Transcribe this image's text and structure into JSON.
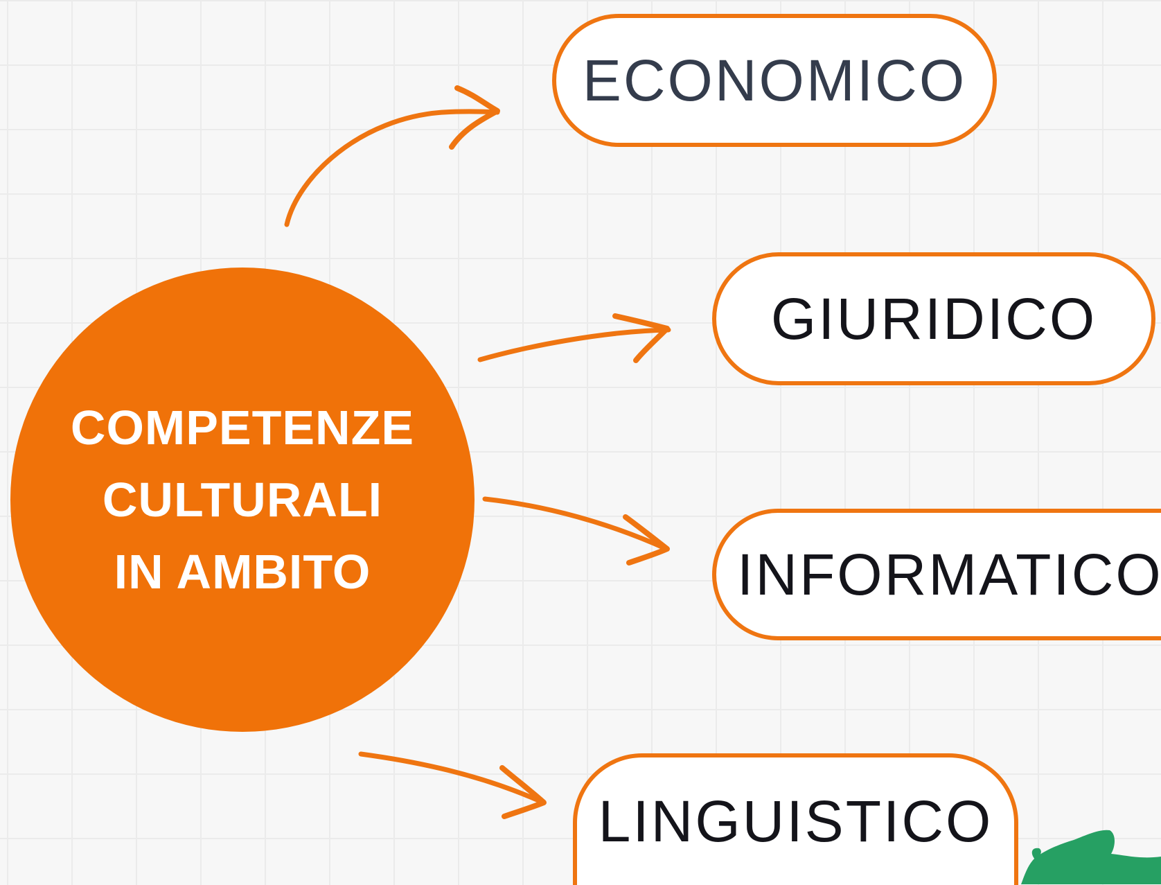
{
  "diagram": {
    "center": {
      "lines": [
        "COMPETENZE",
        "CULTURALI",
        "IN AMBITO"
      ]
    },
    "branches": [
      {
        "label": "ECONOMICO"
      },
      {
        "label": "GIURIDICO"
      },
      {
        "label": "INFORMATICO"
      },
      {
        "label": "LINGUISTICO"
      }
    ]
  },
  "colors": {
    "accent_orange": "#f07209",
    "pill_border": "#ef7511",
    "text_dark": "#14141a",
    "decoration_green": "#26a063",
    "grid_background": "#f7f7f7"
  },
  "icons": {
    "arrows": "hand-drawn-arrow-icon",
    "decoration": "green-plant-decoration"
  }
}
